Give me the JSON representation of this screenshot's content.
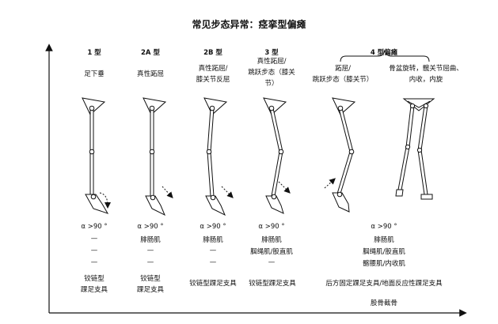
{
  "title": "常见步态异常：痉挛型偏瘫",
  "axis_label": "股骨截骨",
  "group4_header": "4 型偏瘫",
  "types": [
    {
      "header": "1 型",
      "desc": [
        "足下垂"
      ],
      "rows": [
        "α >90 °",
        "—",
        "—",
        "—"
      ],
      "brace": [
        "铰链型",
        "踝足支具"
      ]
    },
    {
      "header": "2A 型",
      "desc": [
        "真性跖屈"
      ],
      "rows": [
        "α >90 °",
        "腓肠肌",
        "—",
        "—"
      ],
      "brace": [
        "铰链型",
        "踝足支具"
      ]
    },
    {
      "header": "2B 型",
      "desc": [
        "真性跖屈/",
        "膝关节反屈"
      ],
      "rows": [
        "α >90 °",
        "腓肠肌",
        "—",
        "—"
      ],
      "brace": [
        "铰链型踝足支具"
      ]
    },
    {
      "header": "3 型",
      "desc": [
        "真性跖屈/",
        "跳跃步态（膝关",
        "节）"
      ],
      "rows": [
        "α >90 °",
        "腓肠肌",
        "腘绳肌/股直肌",
        "—"
      ],
      "brace": [
        "铰链型踝足支具"
      ]
    },
    {
      "header": "",
      "desc": [
        "跖屈/",
        "跳跃步态（膝关节）"
      ]
    },
    {
      "header": "",
      "desc": [
        "骨盆旋转，髋关节屈曲、",
        "内收，内旋"
      ]
    }
  ],
  "group4": {
    "rows": [
      "α >90 °",
      "腓肠肌",
      "腘绳肌/股直肌",
      "髂腰肌/内收肌"
    ],
    "brace": [
      "后方固定踝足支具/地面反应性踝足支具"
    ]
  }
}
